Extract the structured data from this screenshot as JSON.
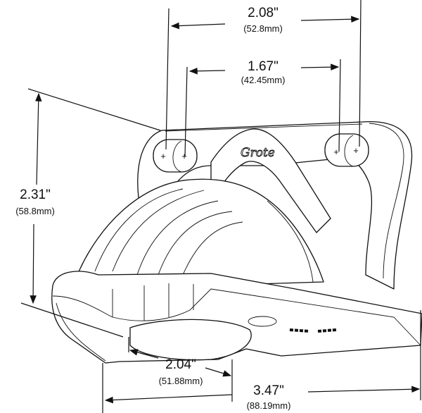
{
  "title": "Grote lamp dimensional drawing",
  "brand_logo": "Grote",
  "dimensions": {
    "outer_hole_spacing": {
      "inches": "2.08\"",
      "mm": "(52.8mm)"
    },
    "inner_hole_spacing": {
      "inches": "1.67\"",
      "mm": "(42.45mm)"
    },
    "height": {
      "inches": "2.31\"",
      "mm": "(58.8mm)"
    },
    "lens_width": {
      "inches": "2.04\"",
      "mm": "(51.88mm)"
    },
    "overall_width": {
      "inches": "3.47\"",
      "mm": "(88.19mm)"
    }
  }
}
